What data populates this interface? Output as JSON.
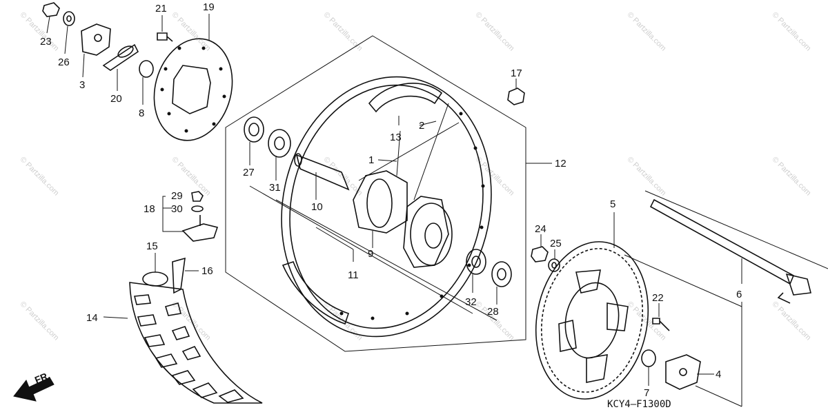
{
  "diagram_code": "KCY4—F1300D",
  "direction_label": "FR.",
  "watermark": "© Partzilla.com",
  "callouts": {
    "c1": "1",
    "c2": "2",
    "c3": "3",
    "c4": "4",
    "c5": "5",
    "c6": "6",
    "c7": "7",
    "c8": "8",
    "c9": "9",
    "c10": "10",
    "c11": "11",
    "c12": "12",
    "c13": "13",
    "c14": "14",
    "c15": "15",
    "c16": "16",
    "c17": "17",
    "c18": "18",
    "c19": "19",
    "c20": "20",
    "c21": "21",
    "c22": "22",
    "c23": "23",
    "c24": "24",
    "c25": "25",
    "c26": "26",
    "c27": "27",
    "c28": "28",
    "c29": "29",
    "c30": "30",
    "c31": "31",
    "c32": "32"
  },
  "colors": {
    "ink": "#111111",
    "watermark": "#cfcfcf"
  }
}
